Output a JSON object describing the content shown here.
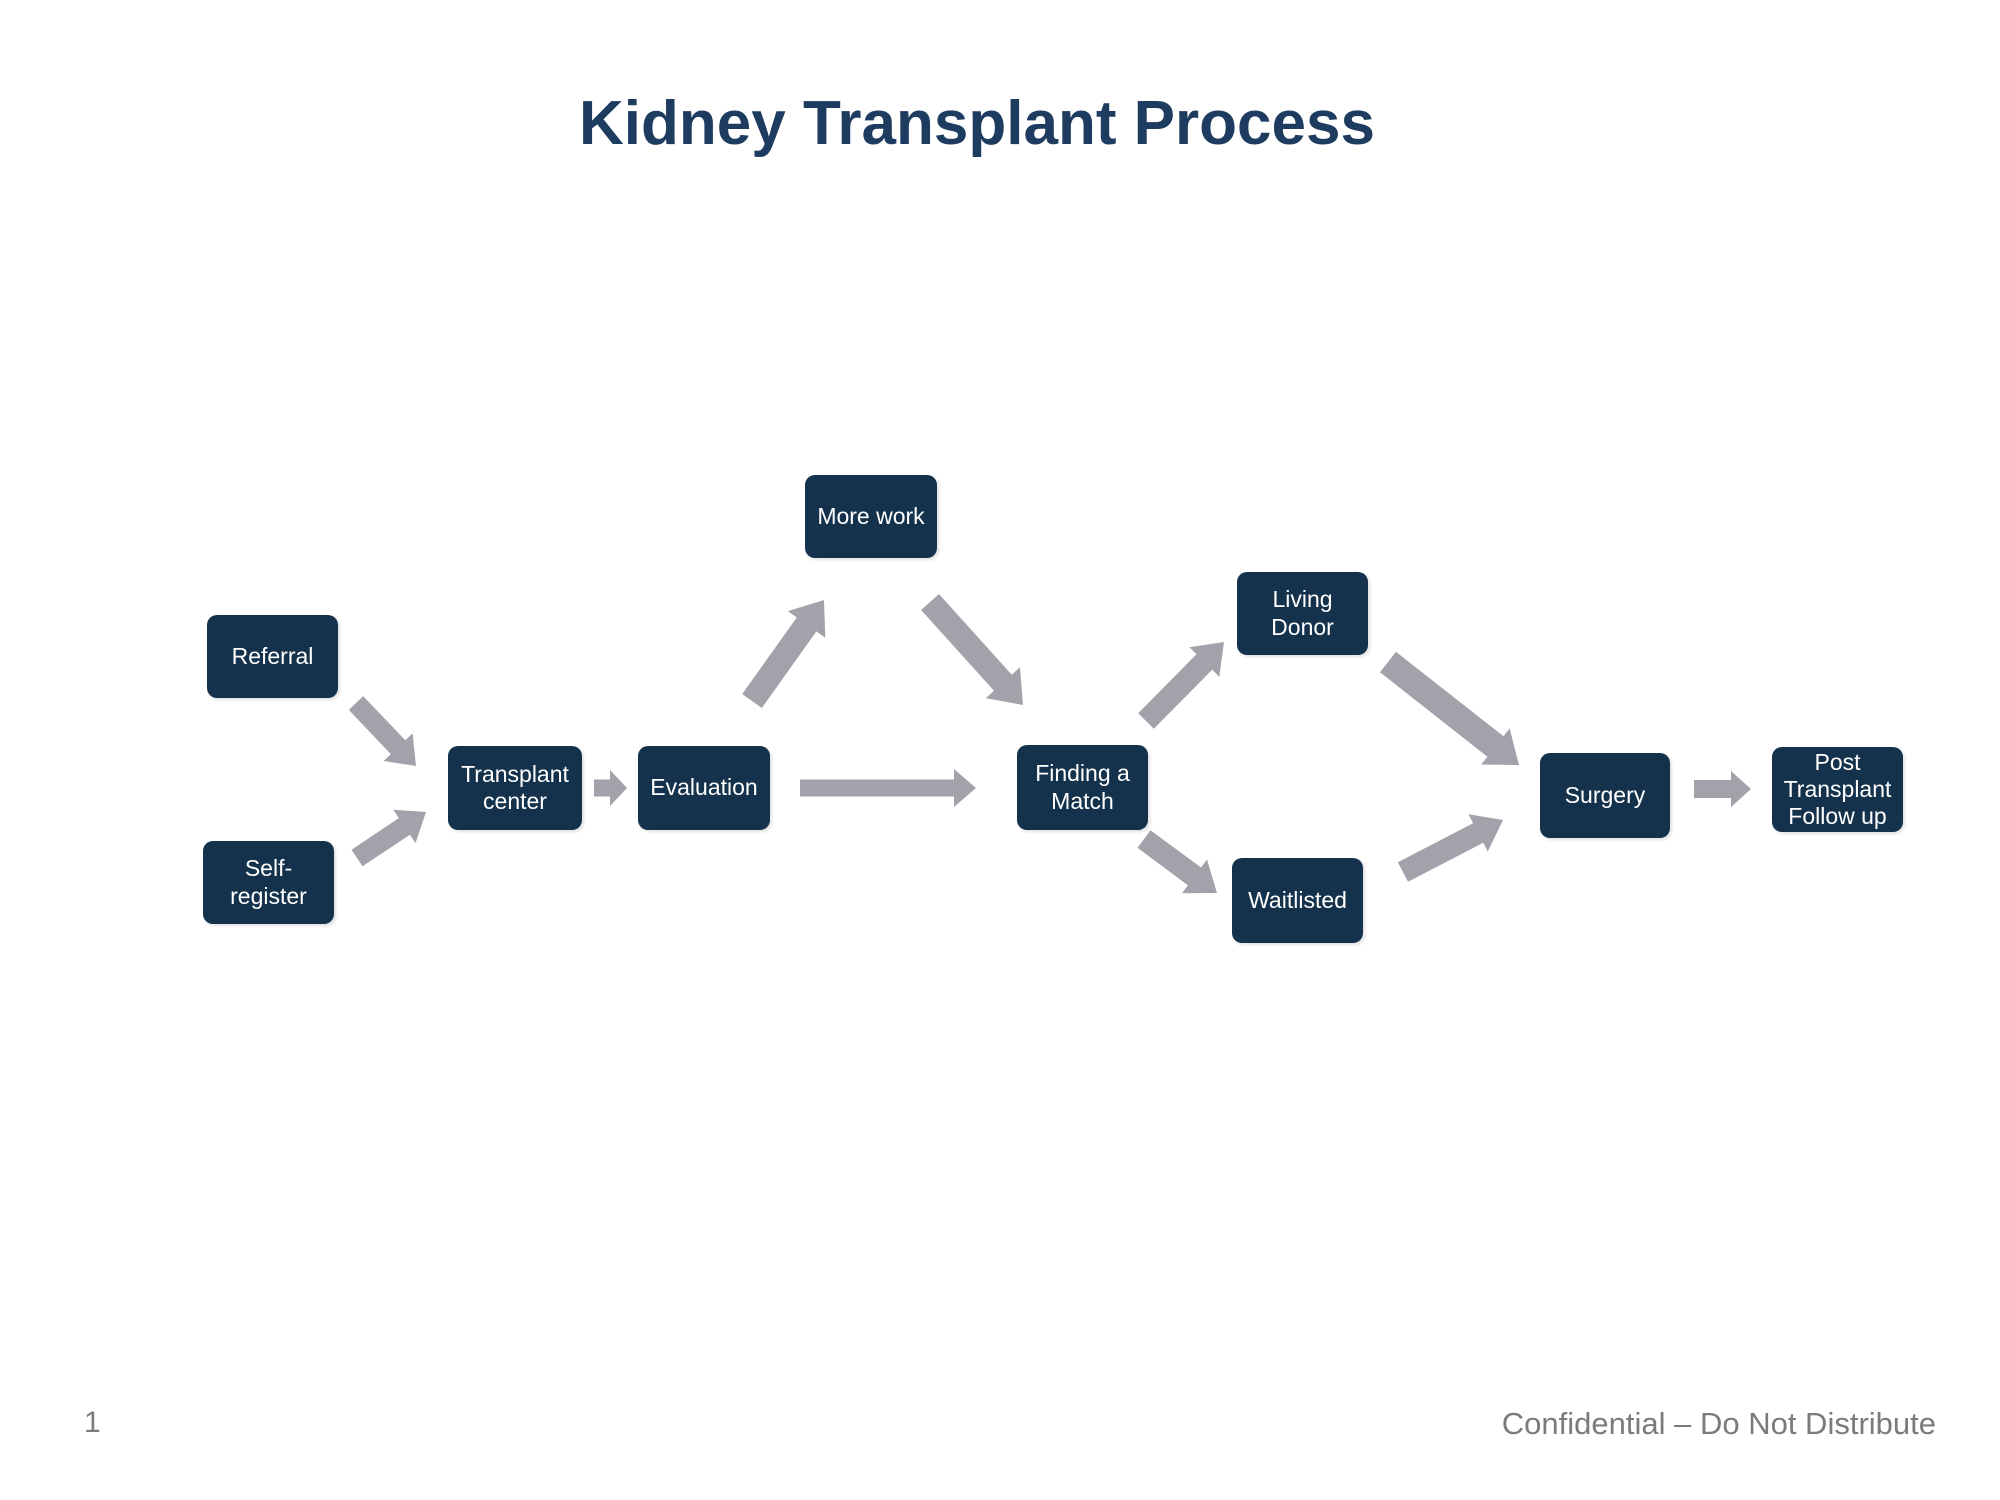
{
  "slide": {
    "title": "Kidney Transplant Process",
    "page_number": "1",
    "footer": "Confidential – Do Not Distribute"
  },
  "colors": {
    "node_fill": "#15324C",
    "node_text": "#FFFFFF",
    "title_text": "#1E3B60",
    "arrow": "#A2A2AB",
    "footer_text": "#7B7B7B"
  },
  "diagram": {
    "nodes": [
      {
        "id": "referral",
        "label": "Referral"
      },
      {
        "id": "self-register",
        "label": "Self-\nregister"
      },
      {
        "id": "transplant-center",
        "label": "Transplant\ncenter"
      },
      {
        "id": "evaluation",
        "label": "Evaluation"
      },
      {
        "id": "more-work",
        "label": "More work"
      },
      {
        "id": "finding-a-match",
        "label": "Finding a\nMatch"
      },
      {
        "id": "living-donor",
        "label": "Living\nDonor"
      },
      {
        "id": "waitlisted",
        "label": "Waitlisted"
      },
      {
        "id": "surgery",
        "label": "Surgery"
      },
      {
        "id": "post-transplant-follow-up",
        "label": "Post\nTransplant\nFollow up"
      }
    ],
    "edges": [
      {
        "from": "referral",
        "to": "transplant-center"
      },
      {
        "from": "self-register",
        "to": "transplant-center"
      },
      {
        "from": "transplant-center",
        "to": "evaluation"
      },
      {
        "from": "evaluation",
        "to": "more-work"
      },
      {
        "from": "more-work",
        "to": "finding-a-match"
      },
      {
        "from": "evaluation",
        "to": "finding-a-match"
      },
      {
        "from": "finding-a-match",
        "to": "living-donor"
      },
      {
        "from": "finding-a-match",
        "to": "waitlisted"
      },
      {
        "from": "living-donor",
        "to": "surgery"
      },
      {
        "from": "waitlisted",
        "to": "surgery"
      },
      {
        "from": "surgery",
        "to": "post-transplant-follow-up"
      }
    ]
  }
}
